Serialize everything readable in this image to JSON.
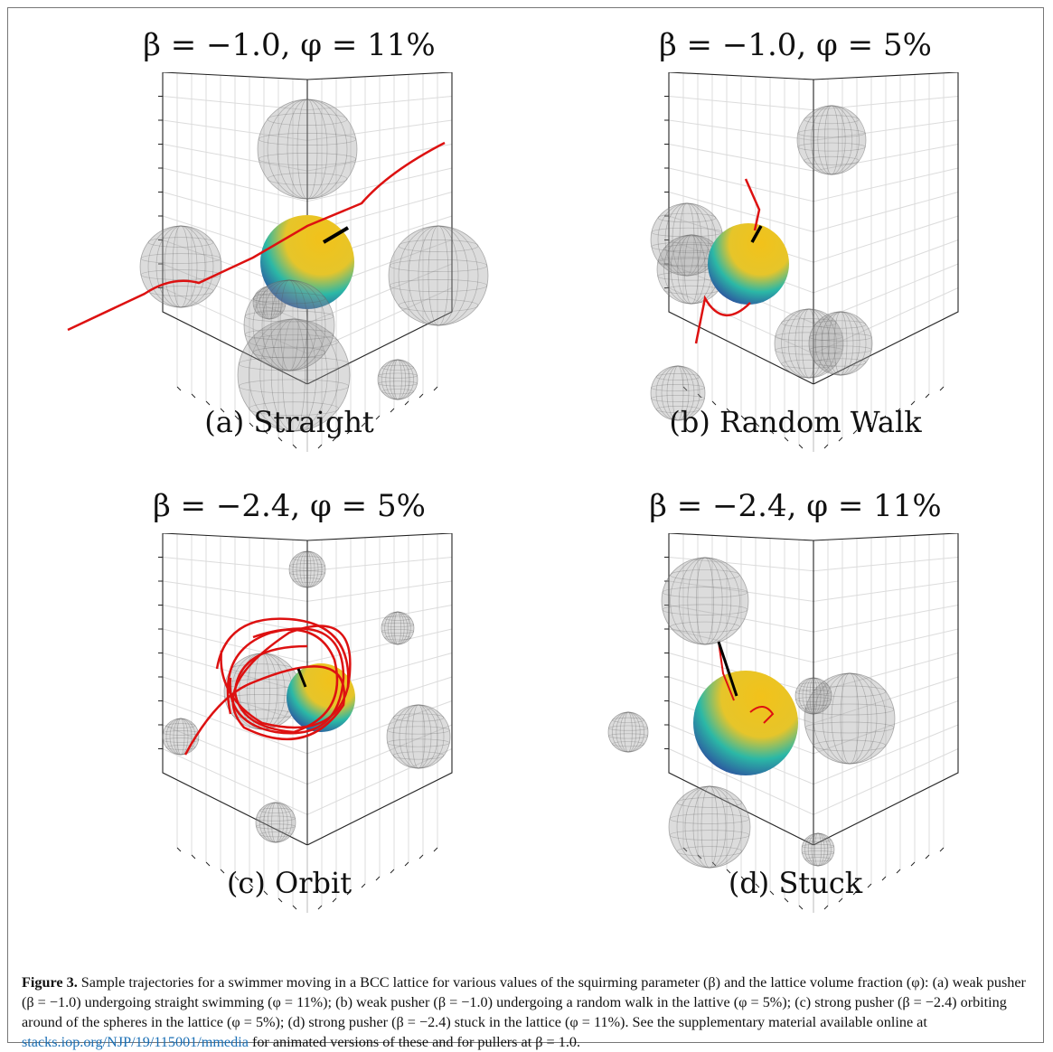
{
  "panels": [
    {
      "title": "β = −1.0, φ = 11%",
      "label": "(a) Straight"
    },
    {
      "title": "β = −1.0, φ = 5%",
      "label": "(b) Random Walk"
    },
    {
      "title": "β = −2.4, φ = 5%",
      "label": "(c) Orbit"
    },
    {
      "title": "β = −2.4, φ = 11%",
      "label": "(d) Stuck"
    }
  ],
  "caption": {
    "label": "Figure 3.",
    "text": " Sample trajectories for a swimmer moving in a BCC lattice for various values of the squirming parameter (β) and the lattice volume fraction (φ): (a) weak pusher (β = −1.0) undergoing straight swimming (φ = 11%); (b) weak pusher (β = −1.0) undergoing a random walk in the lattive (φ = 5%); (c) strong pusher (β = −2.4) orbiting around of the spheres in the lattice (φ = 5%); (d) strong pusher (β = −2.4) stuck in the lattice (φ = 11%). See the supplementary material available online at ",
    "link": "stacks.iop.org/NJP/19/115001/mmedia",
    "text_end": " for animated versions of these and for pullers at β = 1.0."
  },
  "colors": {
    "trajectory": "#dd1111",
    "swimmer_top": "#f2c21a",
    "swimmer_mid": "#2bb8a6",
    "swimmer_bottom": "#2c3f9e",
    "obstacle": "#9a9a9a",
    "link": "#1a6fb5"
  }
}
